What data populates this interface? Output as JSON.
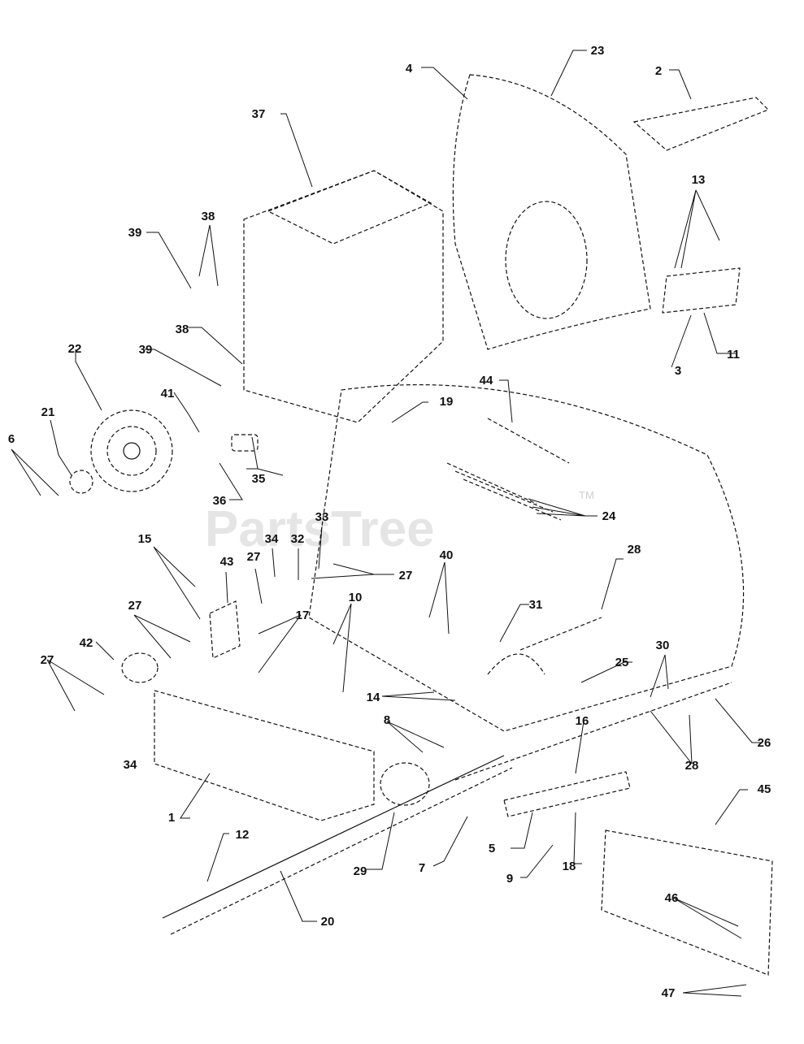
{
  "watermark": {
    "text": "PartsTree",
    "mark": "TM"
  },
  "colors": {
    "line": "#111111",
    "watermark": "#cfcfcf",
    "background": "#ffffff"
  },
  "callouts": [
    "1",
    "2",
    "3",
    "4",
    "5",
    "6",
    "7",
    "8",
    "9",
    "10",
    "11",
    "12",
    "13",
    "14",
    "15",
    "16",
    "17",
    "18",
    "19",
    "20",
    "21",
    "22",
    "23",
    "24",
    "25",
    "26",
    "27",
    "28",
    "29",
    "30",
    "31",
    "32",
    "33",
    "34",
    "35",
    "36",
    "37",
    "38",
    "39",
    "40",
    "41",
    "42",
    "43",
    "44",
    "45",
    "46",
    "47"
  ]
}
